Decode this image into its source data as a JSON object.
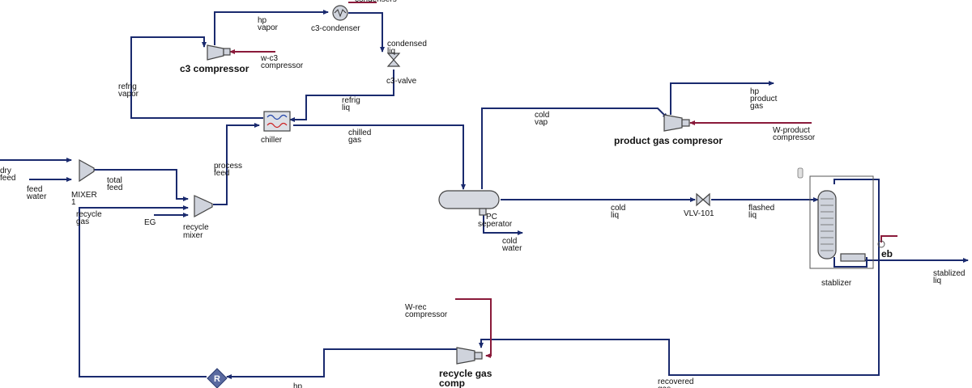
{
  "colors": {
    "material_stream": "#1a2a6e",
    "energy_stream": "#8a1a3a",
    "equipment_fill": "#cfd3dc",
    "text": "#111111"
  },
  "equipment": {
    "c3_condenser": "c3-condenser",
    "c3_compressor": "c3 compressor",
    "c3_valve": "c3-valve",
    "chiller": "chiller",
    "mixer_1": [
      "MIXER",
      "1"
    ],
    "recycle_mixer": [
      "recycle",
      "mixer"
    ],
    "separator": [
      "PC",
      "seperator"
    ],
    "product_gas_compressor": "product gas compresor",
    "vlv_101": "VLV-101",
    "stabilizer": "stablizer",
    "reboiler": "eb",
    "recycle_gas_comp": [
      "recycle gas",
      "comp"
    ],
    "recycle_block": "R"
  },
  "streams": {
    "condenser_duty": "condensers",
    "hp_vapor": [
      "hp",
      "vapor"
    ],
    "condensed_liq": [
      "condensed",
      "liq"
    ],
    "w_c3_compressor": [
      "w-c3",
      "compressor"
    ],
    "refrig_vapor": [
      "refrig",
      "vapor"
    ],
    "refrig_liq": [
      "refrig",
      "liq"
    ],
    "chilled_gas": [
      "chilled",
      "gas"
    ],
    "process_feed": [
      "process",
      "feed"
    ],
    "dry_feed": [
      "dry",
      "feed"
    ],
    "feed_water": [
      "feed",
      "water"
    ],
    "total_feed": [
      "total",
      "feed"
    ],
    "recycle_gas": [
      "recycle",
      "gas"
    ],
    "eg": "EG",
    "cold_vap": [
      "cold",
      "vap"
    ],
    "hp_product_gas": [
      "hp",
      "product",
      "gas"
    ],
    "w_product_compressor": [
      "W-product",
      "compressor"
    ],
    "cold_liq": [
      "cold",
      "liq"
    ],
    "flashed_liq": [
      "flashed",
      "liq"
    ],
    "cold_water": [
      "cold",
      "water"
    ],
    "stablized_liq": [
      "stablized",
      "liq"
    ],
    "w_rec_compressor": [
      "W-rec",
      "compressor"
    ],
    "hp_recycle": "hp",
    "recovered_gas": [
      "recovered",
      "gas"
    ]
  }
}
